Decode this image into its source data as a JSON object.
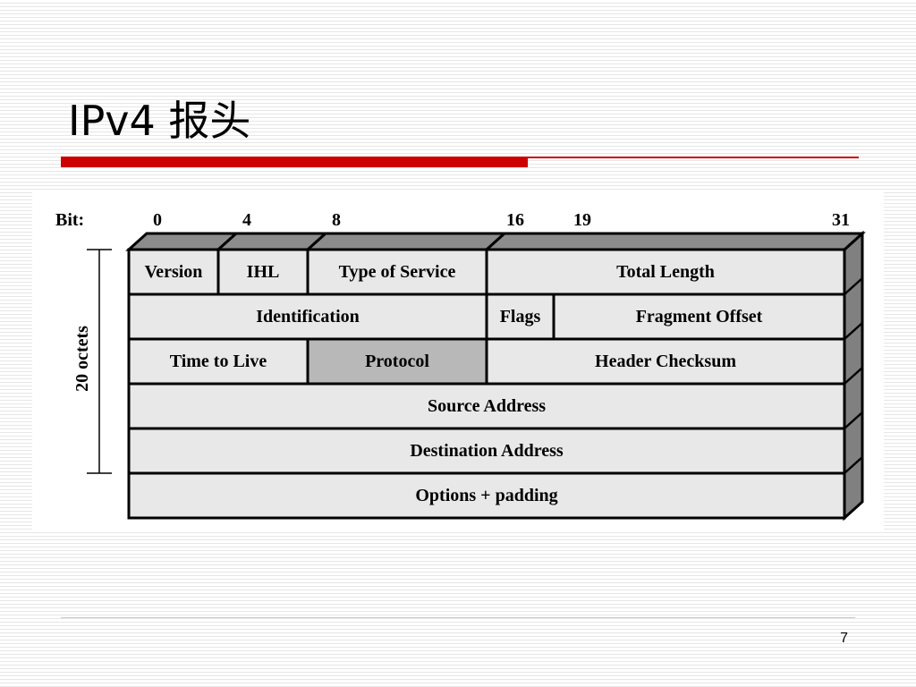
{
  "slide": {
    "title": "IPv4 报头",
    "page_number": "7"
  },
  "diagram": {
    "bit_label": "Bit:",
    "bit_markers": [
      "0",
      "4",
      "8",
      "16",
      "19",
      "31"
    ],
    "size_label": "20 octets",
    "rows": [
      [
        {
          "label": "Version",
          "from_bit": 0,
          "to_bit": 4
        },
        {
          "label": "IHL",
          "from_bit": 4,
          "to_bit": 8
        },
        {
          "label": "Type of Service",
          "from_bit": 8,
          "to_bit": 16
        },
        {
          "label": "Total Length",
          "from_bit": 16,
          "to_bit": 32
        }
      ],
      [
        {
          "label": "Identification",
          "from_bit": 0,
          "to_bit": 16
        },
        {
          "label": "Flags",
          "from_bit": 16,
          "to_bit": 19
        },
        {
          "label": "Fragment Offset",
          "from_bit": 19,
          "to_bit": 32
        }
      ],
      [
        {
          "label": "Time to Live",
          "from_bit": 0,
          "to_bit": 8
        },
        {
          "label": "Protocol",
          "from_bit": 8,
          "to_bit": 16,
          "highlighted": true
        },
        {
          "label": "Header Checksum",
          "from_bit": 16,
          "to_bit": 32
        }
      ],
      [
        {
          "label": "Source Address",
          "from_bit": 0,
          "to_bit": 32
        }
      ],
      [
        {
          "label": "Destination Address",
          "from_bit": 0,
          "to_bit": 32
        }
      ],
      [
        {
          "label": "Options + padding",
          "from_bit": 0,
          "to_bit": 32
        }
      ]
    ]
  },
  "colors": {
    "accent_red": "#cc0000",
    "cell_fill": "#e8e8e8",
    "highlight_fill": "#b8b8b8",
    "top_face": "#8c8c8c",
    "side_face": "#808080",
    "border": "#000000"
  }
}
